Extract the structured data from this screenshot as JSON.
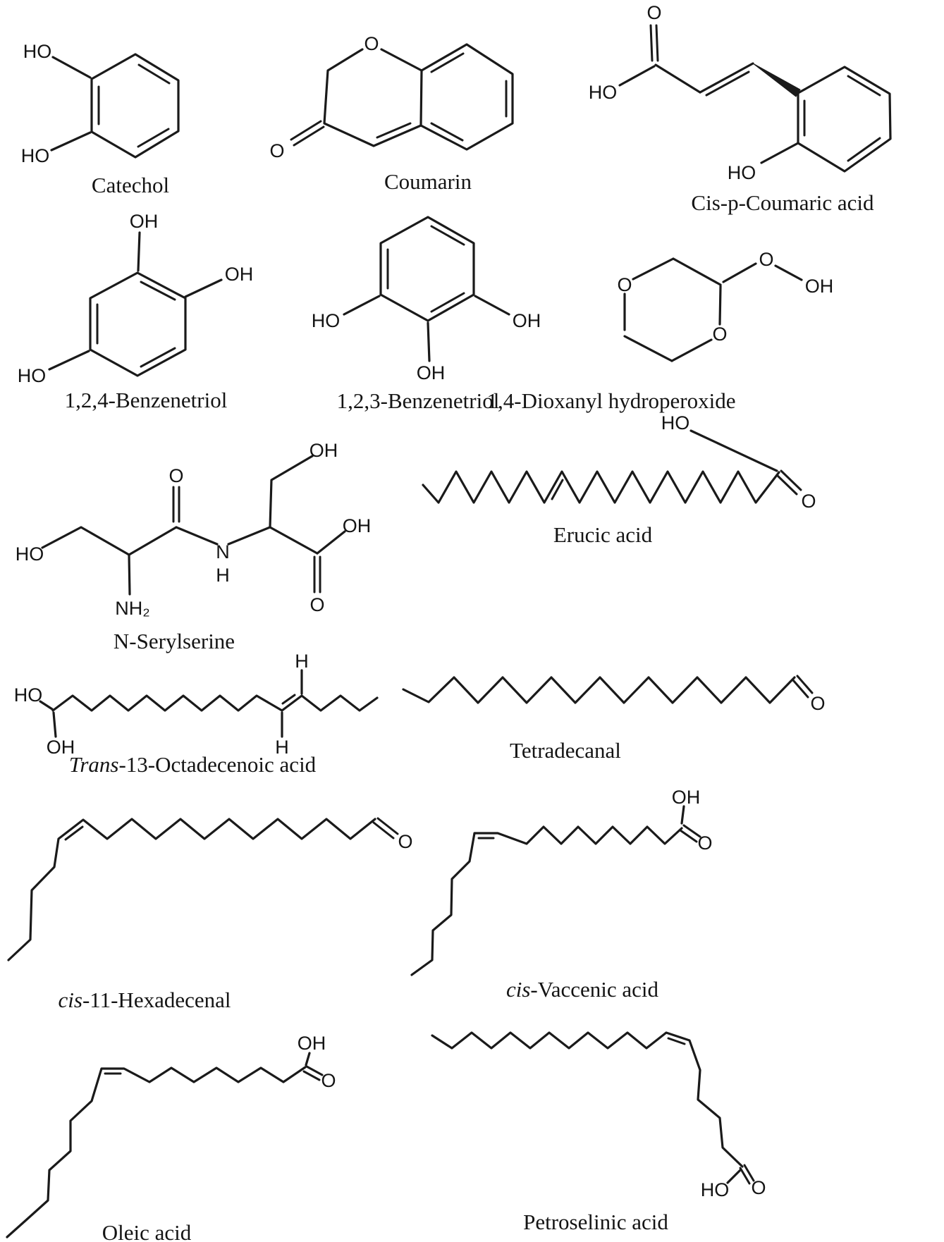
{
  "figure": {
    "molecules": [
      {
        "label": {
          "italic": "",
          "text": "Catechol"
        },
        "atoms": {
          "ho_top": "HO",
          "ho_bottom": "HO"
        }
      },
      {
        "label": {
          "italic": "",
          "text": "Coumarin"
        },
        "atoms": {
          "o_ring": "O",
          "o_keto": "O"
        }
      },
      {
        "label": {
          "italic": "",
          "text": "Cis-p-Coumaric acid"
        },
        "atoms": {
          "o_top": "O",
          "ho_left": "HO",
          "ho_bottom": "HO"
        }
      },
      {
        "label": {
          "italic": "",
          "text": "1,2,4-Benzenetriol"
        },
        "atoms": {
          "oh_top": "OH",
          "oh_right": "OH",
          "ho_left": "HO"
        }
      },
      {
        "label": {
          "italic": "",
          "text": "1,2,3-Benzenetriol"
        },
        "atoms": {
          "ho_left": "HO",
          "oh_right": "OH",
          "oh_bottom": "OH"
        }
      },
      {
        "label": {
          "italic": "",
          "text": "1,4-Dioxanyl hydroperoxide"
        },
        "atoms": {
          "o_ring_left": "O",
          "o_ring_right": "O",
          "o_peroxide": "O",
          "oh": "OH"
        }
      },
      {
        "label": {
          "italic": "",
          "text": "N-Serylserine"
        },
        "atoms": {
          "ho_left": "HO",
          "o_amide": "O",
          "nh2": "NH₂",
          "n": "N",
          "h": "H",
          "oh_side": "OH",
          "oh_acid": "OH",
          "o_acid": "O"
        }
      },
      {
        "label": {
          "italic": "",
          "text": "Erucic acid"
        },
        "atoms": {
          "ho": "HO",
          "o": "O"
        }
      },
      {
        "label": {
          "italic": "Trans",
          "text": "-13-Octadecenoic acid"
        },
        "atoms": {
          "ho": "HO",
          "oh": "OH",
          "h_down": "H",
          "h_up": "H"
        }
      },
      {
        "label": {
          "italic": "",
          "text": "Tetradecanal"
        },
        "atoms": {
          "o": "O"
        }
      },
      {
        "label": {
          "italic": "cis",
          "text": "-11-Hexadecenal"
        },
        "atoms": {
          "o": "O"
        }
      },
      {
        "label": {
          "italic": "cis",
          "text": "-Vaccenic acid"
        },
        "atoms": {
          "oh": "OH",
          "o": "O"
        }
      },
      {
        "label": {
          "italic": "",
          "text": "Oleic acid"
        },
        "atoms": {
          "oh": "OH",
          "o": "O"
        }
      },
      {
        "label": {
          "italic": "",
          "text": "Petroselinic acid"
        },
        "atoms": {
          "ho": "HO",
          "o": "O"
        }
      }
    ]
  }
}
